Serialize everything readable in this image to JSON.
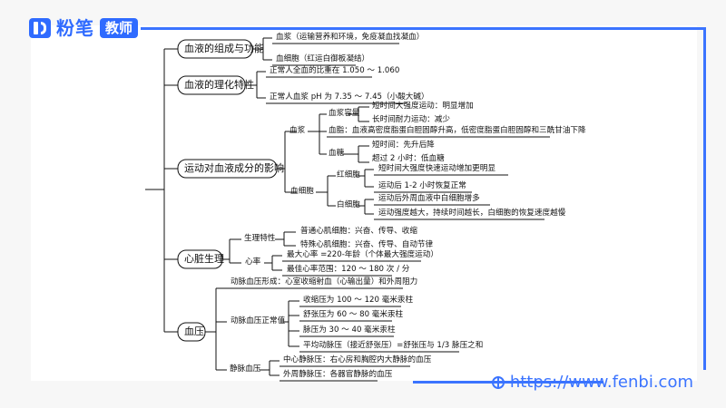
{
  "brand": {
    "name": "粉笔",
    "badge": "教师"
  },
  "footer": {
    "url": "https://www.fenbi.com"
  },
  "mindmap": {
    "branches": [
      {
        "label": "血液的组成与功能",
        "children": [
          {
            "label": "血浆（运输营养和环境，免疫凝血找凝血）"
          },
          {
            "label": "血细胞（红运白御板凝结）"
          }
        ]
      },
      {
        "label": "血液的理化特性",
        "children": [
          {
            "label": "正常人全血的比重在 1.050 ～ 1.060"
          },
          {
            "label": "正常人血浆 pH 为 7.35 ～ 7.45（小酸大碱）"
          }
        ]
      },
      {
        "label": "运动对血液成分的影响",
        "children": [
          {
            "label": "血浆",
            "children": [
              {
                "label": "血浆容量",
                "children": [
                  {
                    "label": "短时间大强度运动：明显增加"
                  },
                  {
                    "label": "长时间耐力运动：减少"
                  }
                ]
              },
              {
                "label": "血脂：血液高密度脂蛋白胆固醇升高，低密度脂蛋白胆固醇和三酰甘油下降"
              },
              {
                "label": "血糖",
                "children": [
                  {
                    "label": "短时间：先升后降"
                  },
                  {
                    "label": "超过 2 小时：低血糖"
                  }
                ]
              }
            ]
          },
          {
            "label": "血细胞",
            "children": [
              {
                "label": "红细胞",
                "children": [
                  {
                    "label": "短时间大强度快速运动增加更明显"
                  },
                  {
                    "label": "运动后 1-2 小时恢复正常"
                  }
                ]
              },
              {
                "label": "白细胞",
                "children": [
                  {
                    "label": "运动后外周血液中白细胞增多"
                  },
                  {
                    "label": "运动强度越大，持续时间越长，白细胞的恢复速度越慢"
                  }
                ]
              }
            ]
          }
        ]
      },
      {
        "label": "心脏生理",
        "children": [
          {
            "label": "生理特性",
            "children": [
              {
                "label": "普通心肌细胞：兴奋、传导、收缩"
              },
              {
                "label": "特殊心肌细胞：兴奋、传导、自动节律"
              }
            ]
          },
          {
            "label": "心率",
            "children": [
              {
                "label": "最大心率 =220-年龄（个体最大强度运动）"
              },
              {
                "label": "最佳心率范围：120 ～ 180 次 / 分"
              }
            ]
          }
        ]
      },
      {
        "label": "血压",
        "children": [
          {
            "label": "动脉血压形成：心室收缩射血（心输出量）和外周阻力"
          },
          {
            "label": "动脉血压正常值",
            "children": [
              {
                "label": "收缩压为 100 ～ 120 毫米汞柱"
              },
              {
                "label": "舒张压为 60 ～ 80 毫米汞柱"
              },
              {
                "label": "脉压为 30 ～ 40 毫米汞柱"
              },
              {
                "label": "平均动脉压（接近舒张压）=舒张压与 1/3 脉压之和"
              }
            ]
          },
          {
            "label": "静脉血压",
            "children": [
              {
                "label": "中心静脉压：右心房和胸腔内大静脉的血压"
              },
              {
                "label": "外周静脉压：各器官静脉的血压"
              }
            ]
          }
        ]
      }
    ]
  },
  "colors": {
    "accent": "#2f6bff",
    "line": "#111111"
  }
}
